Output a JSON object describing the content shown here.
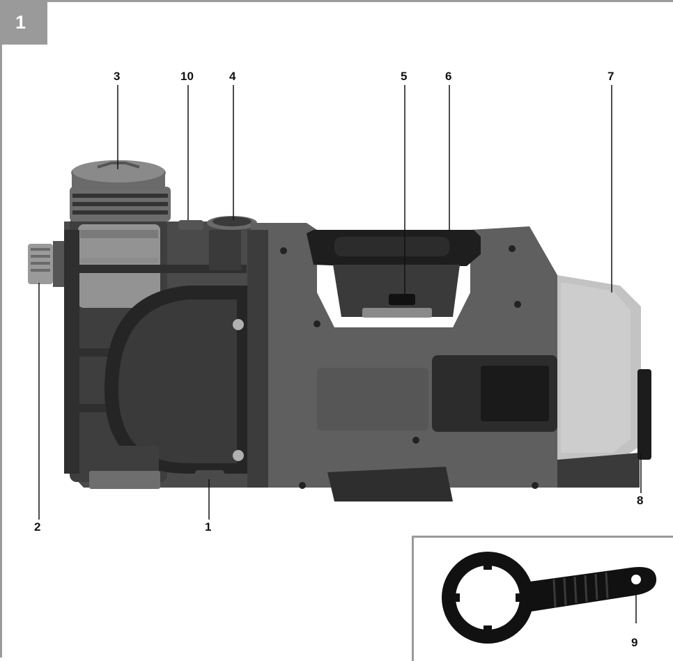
{
  "figure": {
    "number": "1"
  },
  "callouts": [
    "3",
    "10",
    "4",
    "5",
    "6",
    "7",
    "2",
    "1",
    "8",
    "9"
  ],
  "colors": {
    "frame": "#9a9a9a",
    "housing": "#5e5e5e",
    "housing_dark": "#2e2e2e",
    "handle": "#1e1e1e",
    "tank": "#b9b9b9",
    "wrench": "#111111"
  },
  "icons": [
    "pump-illustration",
    "wrench-illustration"
  ]
}
